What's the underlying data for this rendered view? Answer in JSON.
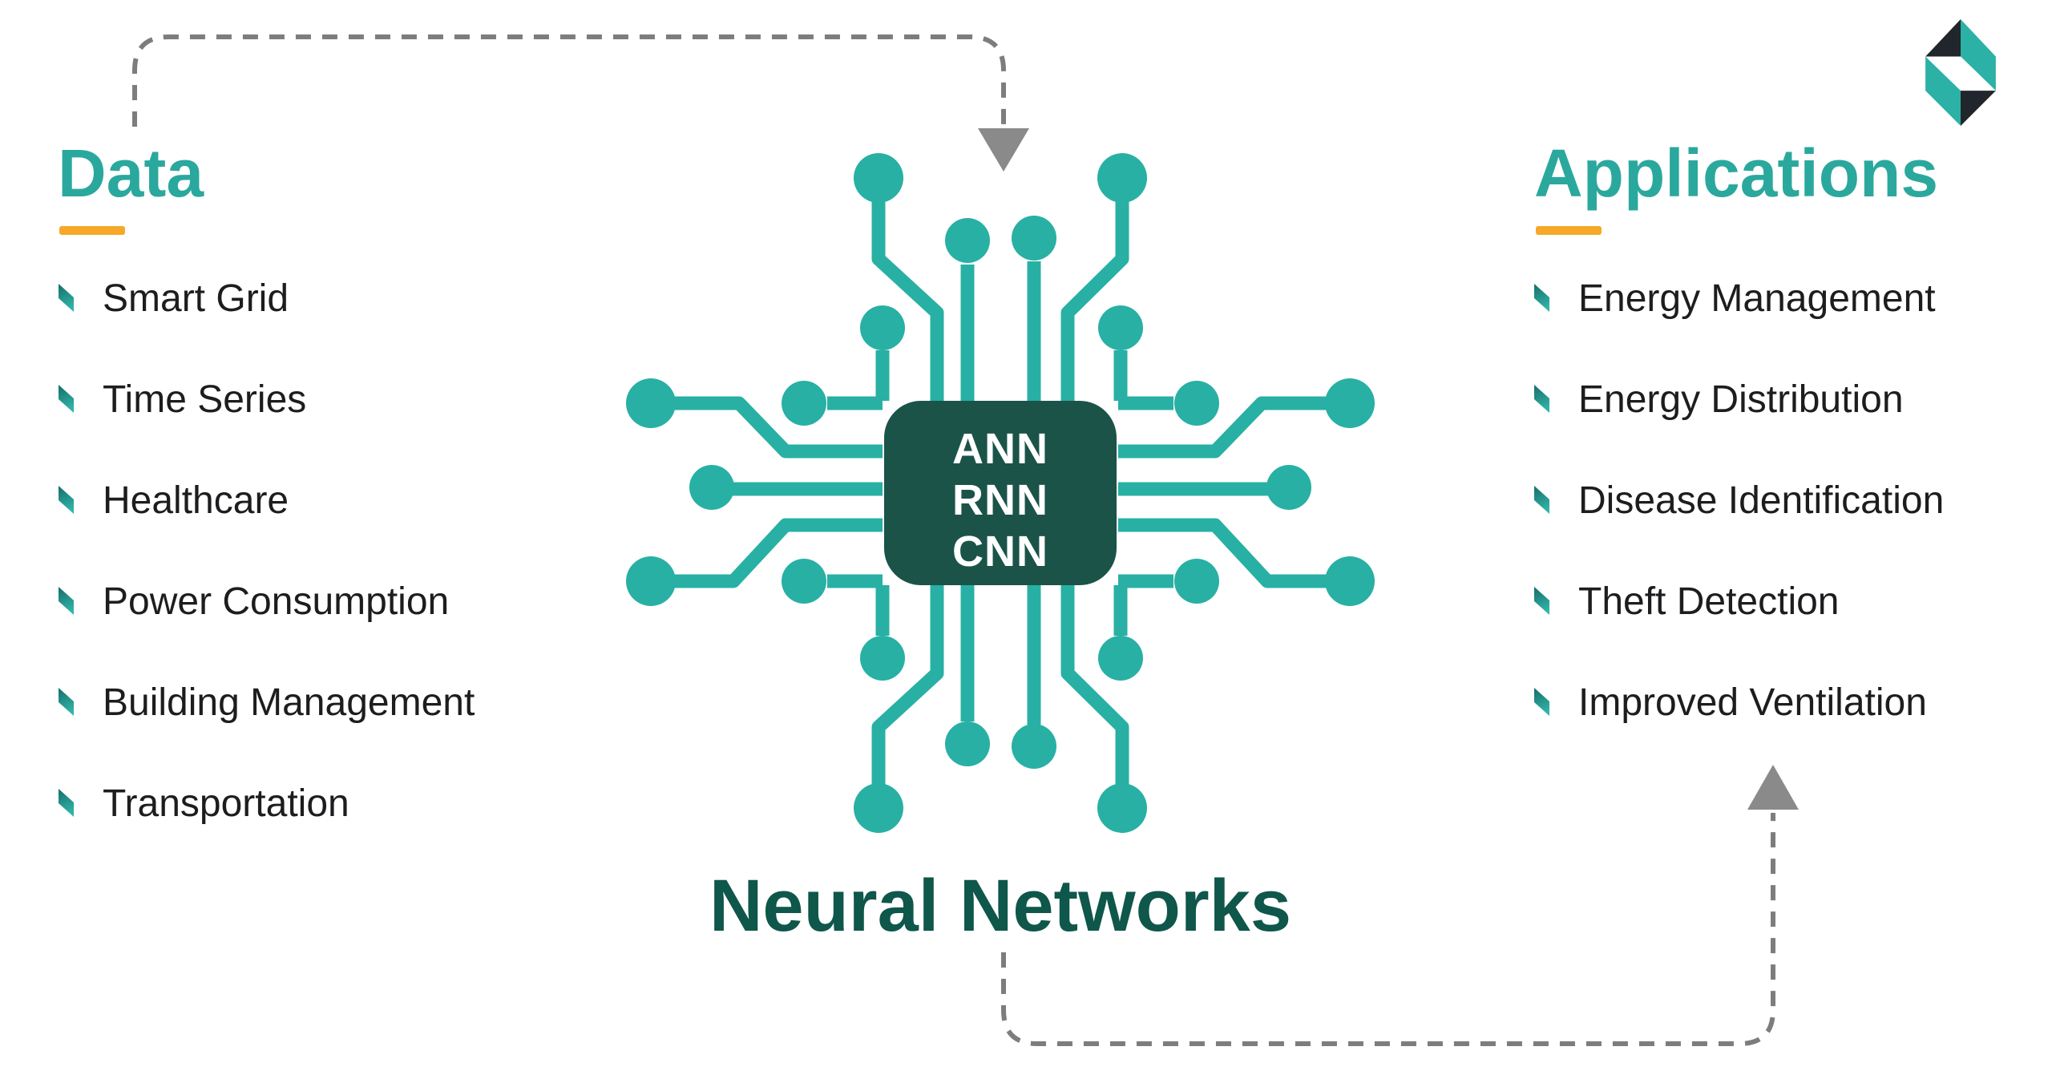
{
  "data_section": {
    "title": "Data",
    "items": [
      "Smart Grid",
      "Time Series",
      "Healthcare",
      "Power Consumption",
      "Building Management",
      "Transportation"
    ]
  },
  "applications_section": {
    "title": "Applications",
    "items": [
      "Energy Management",
      "Energy Distribution",
      "Disease Identification",
      "Theft Detection",
      "Improved Ventilation"
    ]
  },
  "center": {
    "chip_lines": [
      "ANN",
      "RNN",
      "CNN"
    ],
    "caption": "Neural Networks"
  },
  "icons": {
    "logo": "hexagon-cube-logo",
    "bullet": "teal-leaf-bullet",
    "arrow_top": "dashed-arrow-down",
    "arrow_bottom": "dashed-arrow-up",
    "chip": "circuit-chip"
  },
  "colors": {
    "trace_teal": "#28b0a4",
    "heading_teal": "#2ba89d",
    "chip_fill": "#1b5349",
    "caption_dark_teal": "#0f564b",
    "underline_yellow": "#f7a829",
    "list_text": "#1d1d1f",
    "arrow_gray": "#7d7d7d",
    "logo_black": "#20262b",
    "background": "#ffffff"
  }
}
